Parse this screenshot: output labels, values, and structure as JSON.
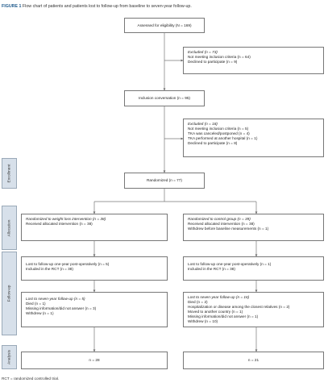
{
  "figure": {
    "label": "FIGURE 1",
    "caption": "Flow chart of patients and patients lost to follow-up from baseline to seven-year follow-up."
  },
  "stages": [
    "Enrollment",
    "Allocation",
    "Follow-up",
    "Analysis"
  ],
  "boxes": {
    "assessed": "Assessed for eligibility (N = 169)",
    "excluded1": {
      "title": "Excluded (n = 73)",
      "lines": [
        "Not meeting inclusion criteria (n = 64)",
        "Declined to participate (n = 9)"
      ]
    },
    "inclusion": "Inclusion conversation (n = 95)",
    "excluded2": {
      "title": "Excluded (n = 18)",
      "lines": [
        "Not meeting inclusion criteria (n = 5)",
        "TKA was canceled/postponed (n = 4)",
        "TKA performed at another hospital (n = 1)",
        "Declined to participate (n = 8)"
      ]
    },
    "randomized": "Randomized (n = 77)",
    "alloc_left": {
      "title": "Randomized to weight loss intervention (n = 38)",
      "lines": [
        "Received allocated intervention (n = 38)"
      ]
    },
    "alloc_right": {
      "title": "Randomized to control group (n = 39)",
      "lines": [
        "Received allocated intervention (n = 38)",
        "Withdrew before baseline measurements (n = 1)"
      ]
    },
    "fu1_left": {
      "lines": [
        "Lost to follow-up one-year post-operatively (n = 5)",
        "Included in the RCT (n = 38)"
      ]
    },
    "fu1_right": {
      "lines": [
        "Lost to follow-up one-year post-operatively (n = 1)",
        "Included in the RCT (n = 38)"
      ]
    },
    "fu7_left": {
      "title": "Lost to seven-year follow-up (n = 5)",
      "lines": [
        "Died (n = 1)",
        "Missing information/did not answer (n = 3)",
        "Withdrew (n = 1)"
      ]
    },
    "fu7_right": {
      "title": "Lost to seven-year follow-up (n = 16)",
      "lines": [
        "Died (n = 2)",
        "Hospitalization or disease among the closest relatives (n = 2)",
        "Moved to another country (n = 1)",
        "Missing information/did not answer (n = 1)",
        "Withdrew (n = 10)"
      ]
    },
    "analysis_left": "n = 28",
    "analysis_right": "n = 21"
  },
  "footnote": "RCT = randomized controlled trial."
}
